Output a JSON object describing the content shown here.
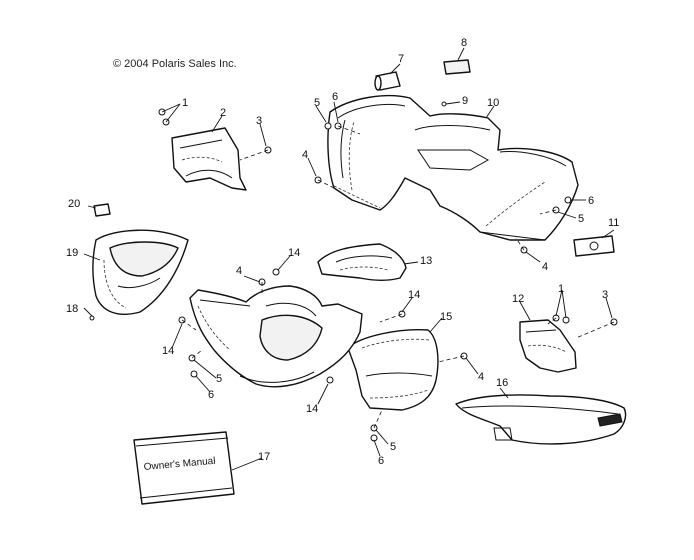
{
  "copyright": "© 2004 Polaris Sales Inc.",
  "manual_label": "Owner's Manual",
  "callouts": {
    "c1a": "1",
    "c1b": "1",
    "c2": "2",
    "c3a": "3",
    "c3b": "3",
    "c4a": "4",
    "c4b": "4",
    "c4c": "4",
    "c4d": "4",
    "c5a": "5",
    "c5b": "5",
    "c5c": "5",
    "c5d": "5",
    "c6a": "6",
    "c6b": "6",
    "c6c": "6",
    "c6d": "6",
    "c7": "7",
    "c8": "8",
    "c9": "9",
    "c10": "10",
    "c11": "11",
    "c12": "12",
    "c13": "13",
    "c14a": "14",
    "c14b": "14",
    "c14c": "14",
    "c14d": "14",
    "c15": "15",
    "c16": "16",
    "c17": "17",
    "c18": "18",
    "c19": "19",
    "c20": "20"
  }
}
